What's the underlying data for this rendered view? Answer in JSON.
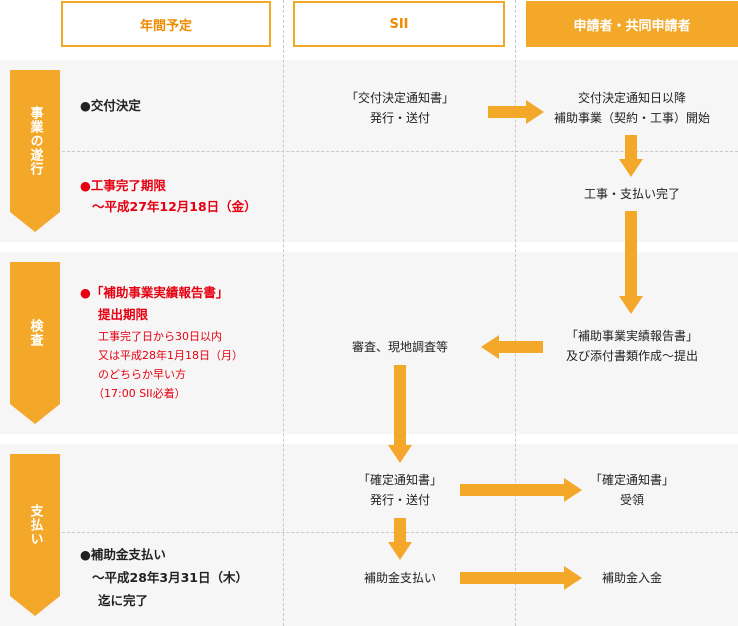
{
  "headers": {
    "schedule": "年間予定",
    "sii": "SII",
    "applicant": "申請者・共同申請者"
  },
  "phases": {
    "execution": "事業の遂行",
    "inspection": "検査",
    "payment": "支払い"
  },
  "schedule": {
    "grant_decision": "●交付決定",
    "completion_deadline_title": "●工事完了期限",
    "completion_deadline_date": "～平成27年12月18日（金）",
    "report_title": "●「補助事業実績報告書」",
    "report_deadline": "提出期限",
    "report_note_1": "工事完了日から30日以内",
    "report_note_2": "又は平成28年1月18日（月）",
    "report_note_3": "のどちらか早い方",
    "report_note_4": "（17:00 SII必着）",
    "payment_title": "●補助金支払い",
    "payment_date": "～平成28年3月31日（木）",
    "payment_until": "迄に完了"
  },
  "sii": {
    "notice_1": "「交付決定通知書」",
    "notice_2": "発行・送付",
    "review": "審査、現地調査等",
    "confirm_1": "「確定通知書」",
    "confirm_2": "発行・送付",
    "pay": "補助金支払い"
  },
  "applicant": {
    "start_1": "交付決定通知日以降",
    "start_2": "補助事業（契約・工事）開始",
    "complete": "工事・支払い完了",
    "report_1": "「補助事業実績報告書」",
    "report_2": "及び添付書類作成～提出",
    "receive_1": "「確定通知書」",
    "receive_2": "受領",
    "receipt": "補助金入金"
  },
  "colors": {
    "accent": "#f3a82a",
    "header_text": "#f08a00",
    "deadline_red": "#e60012",
    "band": "#f6f6f6"
  }
}
